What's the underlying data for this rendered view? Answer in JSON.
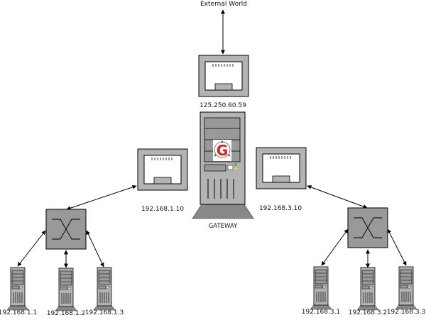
{
  "diagram": {
    "external_label": "External World",
    "gateway": {
      "ip": "125.250.60.59",
      "label": "GATEWAY",
      "logo_letter": "G"
    },
    "left_nic_ip": "192.168.1.10",
    "right_nic_ip": "192.168.3.10",
    "left_hosts": [
      "192.168.1.1",
      "192.168.1.2",
      "192.168.1.3"
    ],
    "right_hosts": [
      "192.168.3.1",
      "192.168.3.2",
      "192.168.3.3"
    ],
    "colors": {
      "device_fill": "#b3b3b3",
      "switch_fill": "#999999",
      "outline": "#000000",
      "logo_red": "#e02020",
      "led_green": "#33cc33",
      "led_yellow": "#e6d633"
    }
  }
}
